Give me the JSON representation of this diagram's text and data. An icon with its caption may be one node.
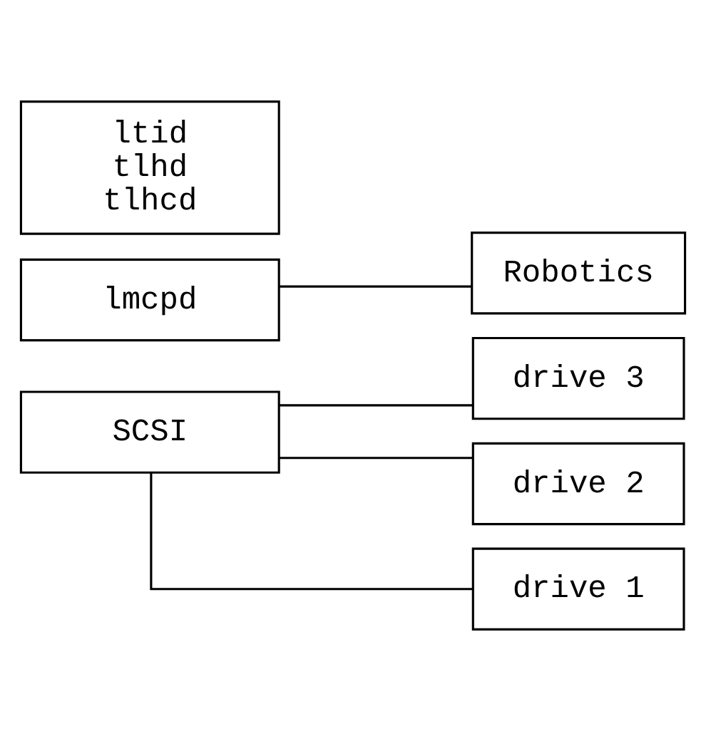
{
  "diagram": {
    "nodes": [
      {
        "text": [
          "ltid",
          "tlhd",
          "tlhcd"
        ]
      },
      {
        "text": [
          "lmcpd"
        ]
      },
      {
        "text": [
          "SCSI"
        ]
      },
      {
        "text": [
          "Robotics"
        ]
      },
      {
        "text": [
          "drive 3"
        ]
      },
      {
        "text": [
          "drive 2"
        ]
      },
      {
        "text": [
          "drive 1"
        ]
      }
    ],
    "edges": [
      {
        "from": 1,
        "to": 3,
        "arrow": "none"
      },
      {
        "from": 2,
        "to": 4,
        "arrow": "none"
      },
      {
        "from": 2,
        "to": 5,
        "arrow": "none"
      },
      {
        "from": 2,
        "to": 6,
        "arrow": "none"
      }
    ]
  }
}
